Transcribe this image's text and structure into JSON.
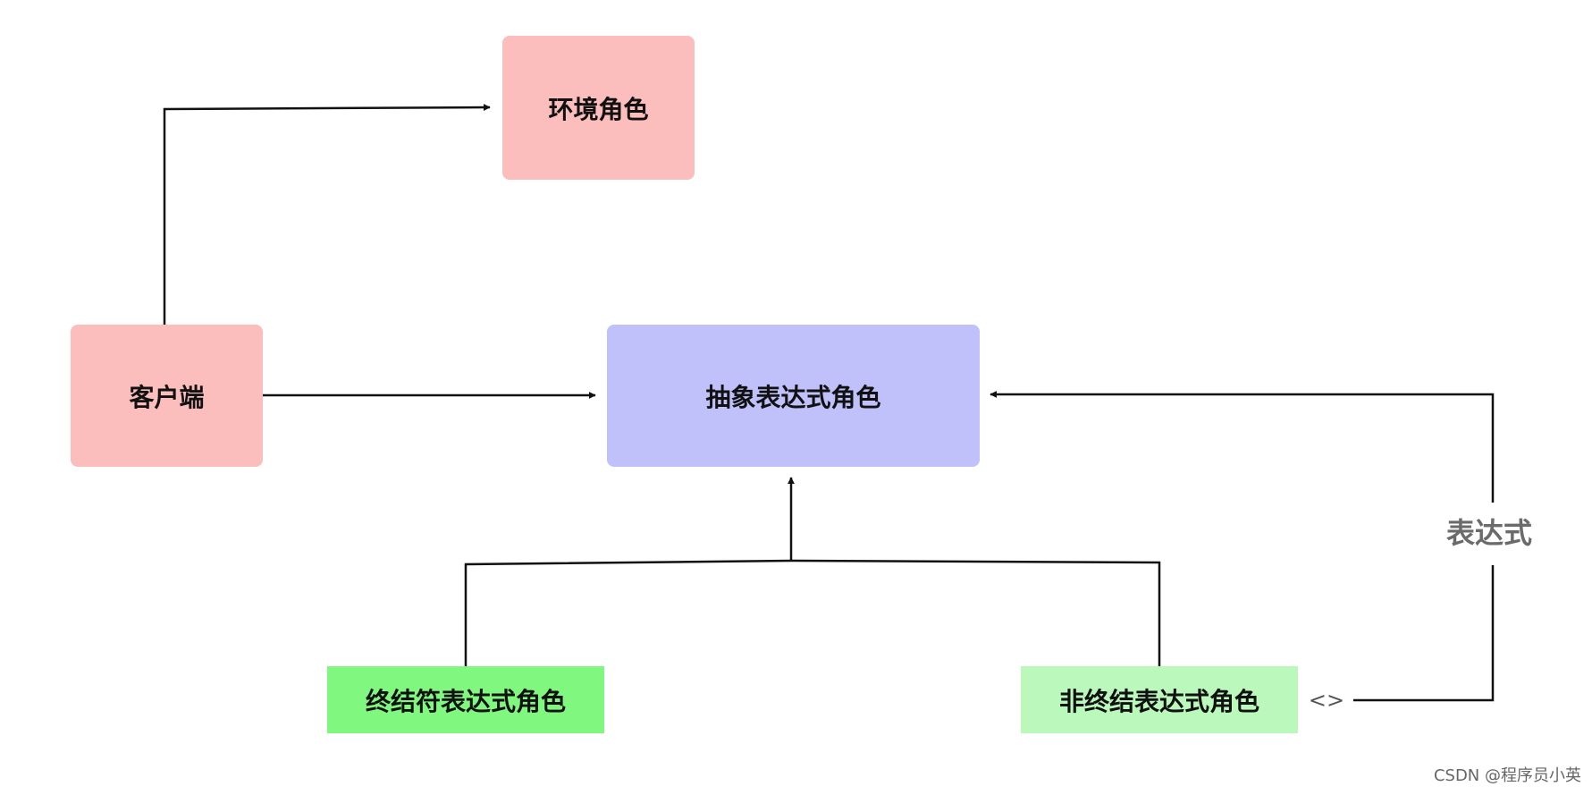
{
  "nodes": {
    "env": {
      "label": "环境角色",
      "color": "#fcbdbd"
    },
    "client": {
      "label": "客户端",
      "color": "#fcbdbd"
    },
    "abstract": {
      "label": "抽象表达式角色",
      "color": "#c0c0fa"
    },
    "terminal": {
      "label": "终结符表达式角色",
      "color": "#80f880"
    },
    "nonterminal": {
      "label": "非终结表达式角色",
      "color": "#bbf8bb"
    }
  },
  "edges": {
    "client_to_env": {
      "from": "client",
      "to": "env"
    },
    "client_to_abstract": {
      "from": "client",
      "to": "abstract"
    },
    "terminal_to_abstract": {
      "from": "terminal",
      "to": "abstract"
    },
    "nonterminal_to_abstract": {
      "from": "nonterminal",
      "to": "abstract"
    },
    "nonterminal_aggregation": {
      "from": "nonterminal",
      "to": "abstract",
      "label": "表达式",
      "end_marker": "<>"
    }
  },
  "watermark": "CSDN @程序员小英",
  "colors": {
    "line": "#111111",
    "label_text": "#6b6b6b"
  }
}
